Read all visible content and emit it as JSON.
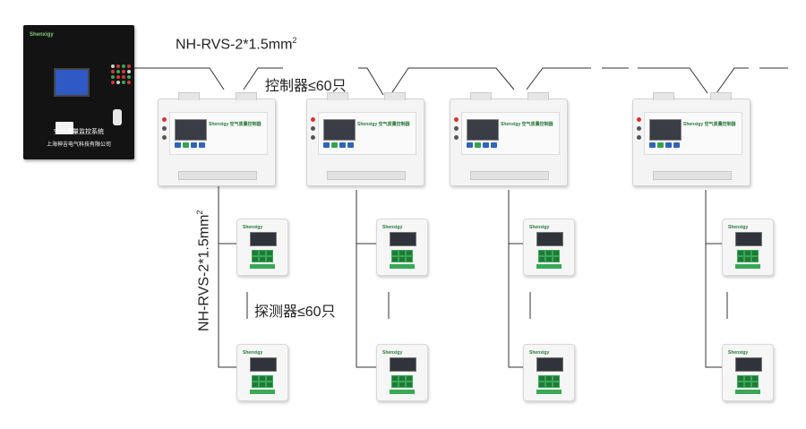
{
  "labels": {
    "top_cable_prefix": "NH-RVS-2*1.5mm",
    "top_cable_sup": "2",
    "controller_limit": "控制器≤60只",
    "branch_cable_prefix": "NH-RVS-2*1.5mm",
    "branch_cable_sup": "2",
    "detector_limit": "探测器≤60只"
  },
  "panel": {
    "brand": "Shenxigy",
    "title": "空气质量监控系统",
    "company": "上海神吉电气科技有限公司"
  },
  "controller": {
    "brand": "Shenxigy 空气质量控制器"
  },
  "detector": {
    "brand": "Shenxigy"
  },
  "colors": {
    "line": "#333333",
    "panel_body": "#131313",
    "screen_blue": "#2f59c4",
    "key_green": "#3aa856",
    "button_blue": "#2f64b7"
  }
}
